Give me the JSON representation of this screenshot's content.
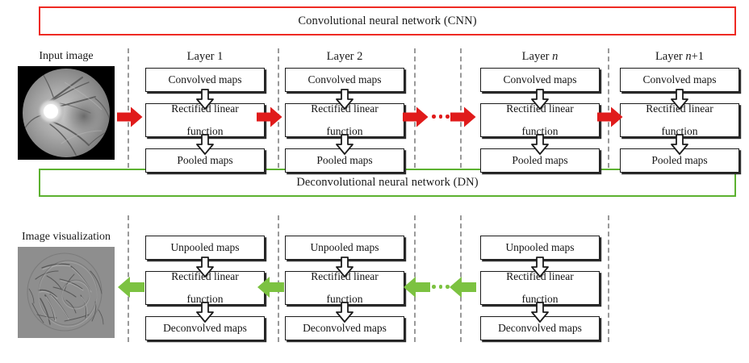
{
  "figure": {
    "cnn_banner": "Convolutional neural network (CNN)",
    "dn_banner": "Deconvolutional neural network (DN)",
    "colors": {
      "cnn_border": "#ee2a23",
      "dn_border": "#5cb130",
      "forward_arrow": "#e01b1b",
      "backward_arrow": "#7cc241",
      "separator": "#9a9a9a",
      "box_border": "#1c1c1c"
    }
  },
  "inputs": {
    "input_caption": "Input image",
    "output_caption": "Image visualization"
  },
  "cnn": {
    "columns": [
      {
        "title_prefix": "Layer ",
        "title_var": "1",
        "title_suffix": "",
        "steps": [
          "Convolved maps",
          "Rectified linear function",
          "Pooled maps"
        ]
      },
      {
        "title_prefix": "Layer ",
        "title_var": "2",
        "title_suffix": "",
        "steps": [
          "Convolved maps",
          "Rectified linear function",
          "Pooled maps"
        ]
      },
      {
        "title_prefix": "Layer ",
        "title_var": "n",
        "title_suffix": "",
        "steps": [
          "Convolved maps",
          "Rectified linear function",
          "Pooled maps"
        ]
      },
      {
        "title_prefix": "Layer ",
        "title_var": "n",
        "title_suffix": "+1",
        "steps": [
          "Convolved maps",
          "Rectified linear function",
          "Pooled maps"
        ]
      }
    ]
  },
  "dn": {
    "columns": [
      {
        "steps": [
          "Unpooled maps",
          "Rectified linear function",
          "Deconvolved maps"
        ]
      },
      {
        "steps": [
          "Unpooled maps",
          "Rectified linear function",
          "Deconvolved maps"
        ]
      },
      {
        "steps": [
          "Unpooled maps",
          "Rectified linear function",
          "Deconvolved maps"
        ]
      }
    ]
  },
  "labels": {
    "rectified_line1": "Rectified linear",
    "rectified_line2": "function"
  }
}
